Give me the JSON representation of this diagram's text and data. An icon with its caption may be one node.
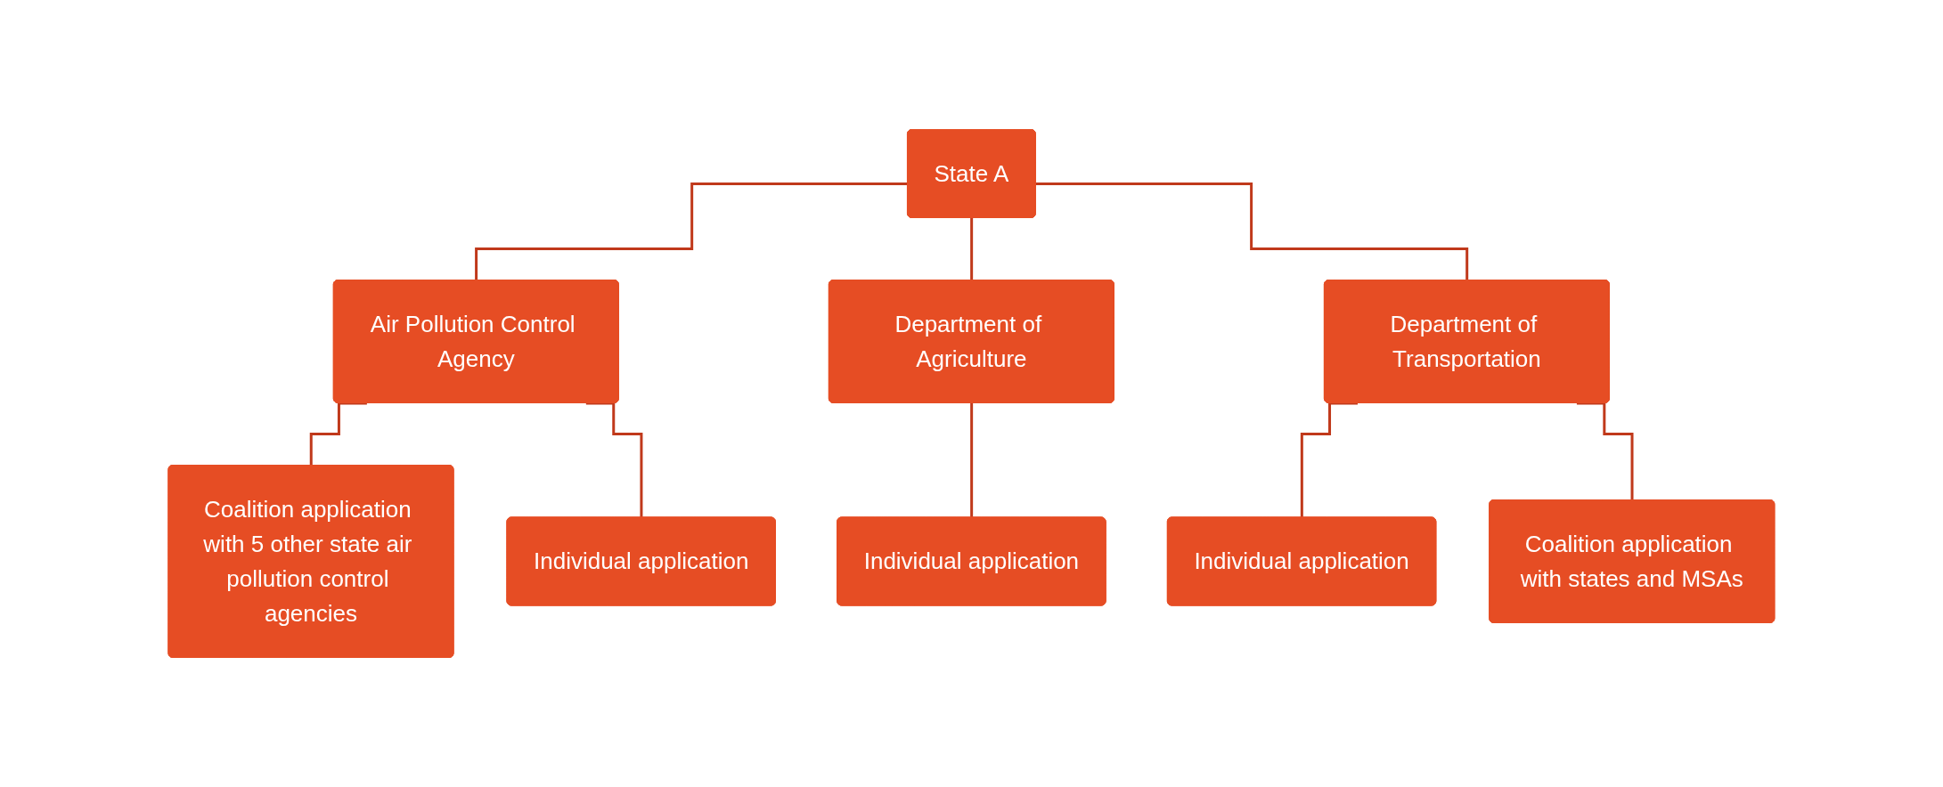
{
  "diagram": {
    "nodes": [
      {
        "text": [
          "State A"
        ]
      },
      {
        "text": [
          "Air Pollution Control Agency"
        ]
      },
      {
        "text": [
          "Department of Agriculture"
        ]
      },
      {
        "text": [
          "Department of Transportation"
        ]
      },
      {
        "text": [
          "Coalition application with 5 other state air pollution control agencies"
        ]
      },
      {
        "text": [
          "Individual application"
        ]
      },
      {
        "text": [
          "Individual application"
        ]
      },
      {
        "text": [
          "Individual application"
        ]
      },
      {
        "text": [
          "Coalition application with states and MSAs"
        ]
      }
    ],
    "edges": [
      {
        "from": 0,
        "to": 1,
        "arrow": "none"
      },
      {
        "from": 0,
        "to": 2,
        "arrow": "none"
      },
      {
        "from": 0,
        "to": 3,
        "arrow": "none"
      },
      {
        "from": 1,
        "to": 4,
        "arrow": "none"
      },
      {
        "from": 1,
        "to": 5,
        "arrow": "none"
      },
      {
        "from": 2,
        "to": 6,
        "arrow": "none"
      },
      {
        "from": 3,
        "to": 7,
        "arrow": "none"
      },
      {
        "from": 3,
        "to": 8,
        "arrow": "none"
      }
    ]
  }
}
